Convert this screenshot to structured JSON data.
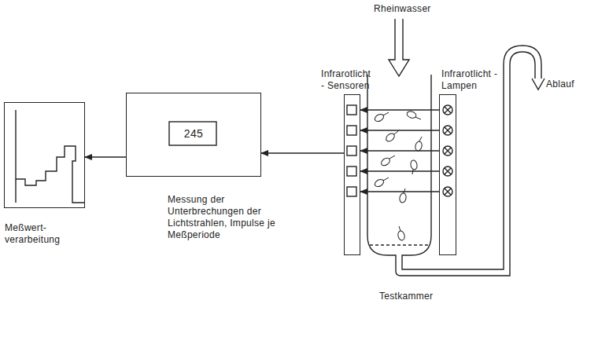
{
  "diagram": {
    "nodes": [
      {
        "text": [
          "Meßwert- verarbeitung"
        ]
      },
      {
        "text": [
          "245",
          "Messung der Unterbrechungen der Lichtstrahlen, Impulse je Meßperiode"
        ]
      },
      {
        "text": [
          "Infrarotlicht - Sensoren"
        ]
      },
      {
        "text": [
          "Infrarotlicht - Lampen"
        ]
      },
      {
        "text": [
          "Testkammer"
        ]
      }
    ],
    "edges": [
      {
        "from": 1,
        "to": 0,
        "arrow": "to"
      },
      {
        "from": 2,
        "to": 1,
        "arrow": "to"
      },
      {
        "from": 3,
        "to": 2,
        "arrow": "to"
      },
      {
        "from": 3,
        "to": 2,
        "arrow": "to"
      },
      {
        "from": 3,
        "to": 2,
        "arrow": "to"
      },
      {
        "from": 3,
        "to": 2,
        "arrow": "to"
      },
      {
        "from": 3,
        "to": 2,
        "arrow": "to"
      }
    ],
    "labels": [
      "Rheinwasser",
      "Ablauf"
    ]
  }
}
